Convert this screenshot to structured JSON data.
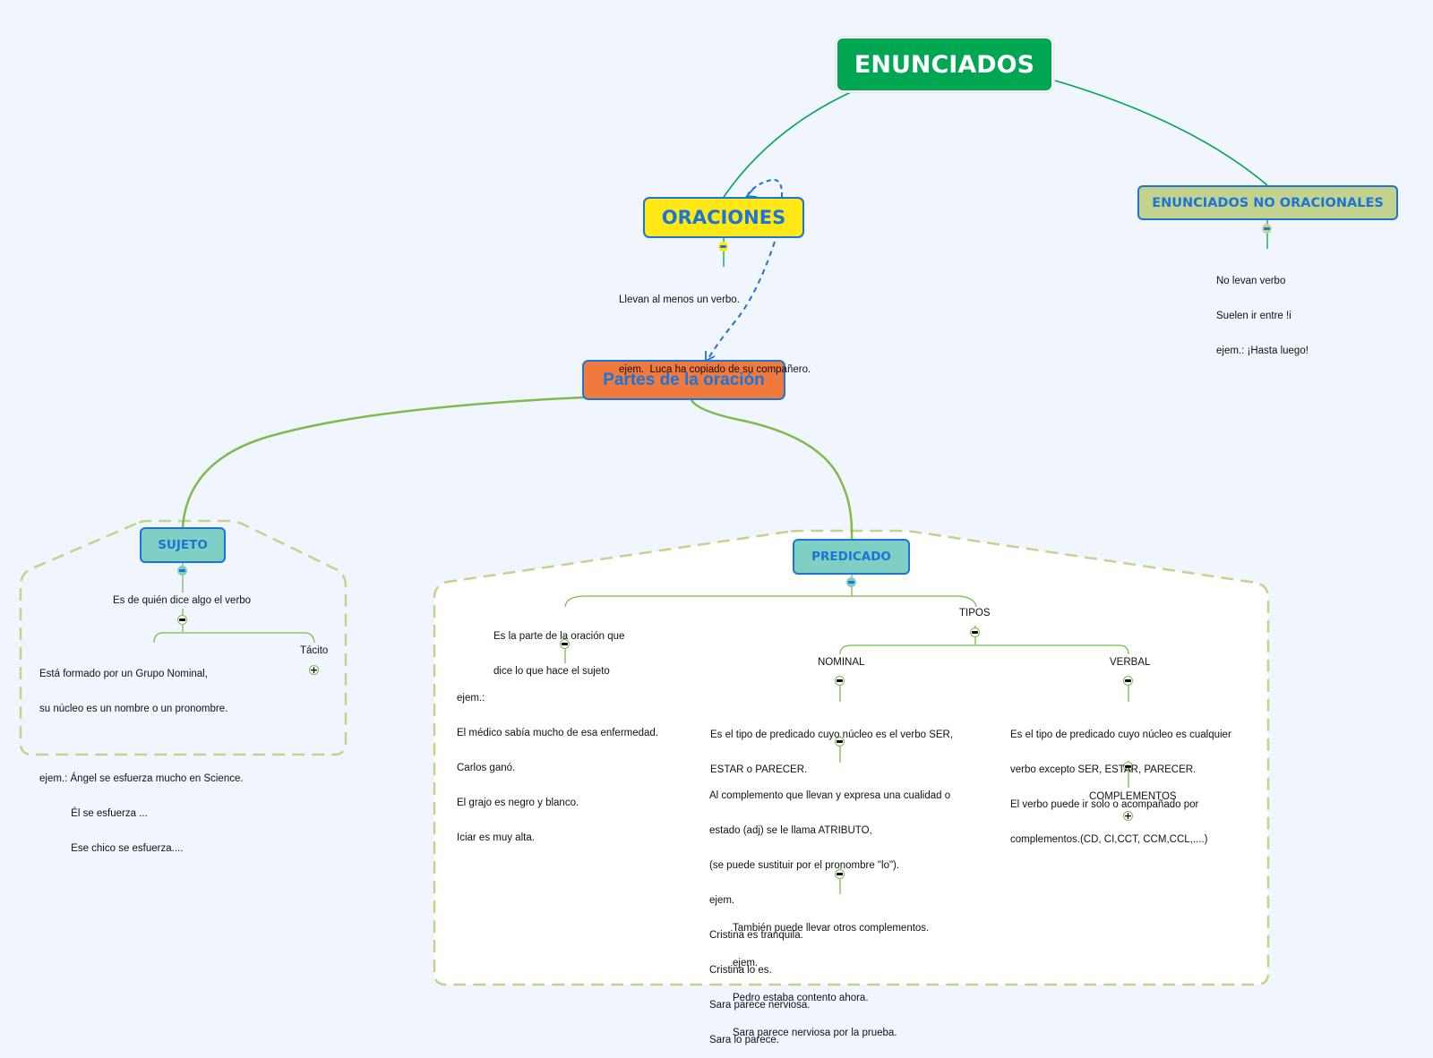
{
  "map": {
    "central": {
      "label": "ENUNCIADOS",
      "color": "#00a651"
    },
    "oraciones": {
      "label": "ORACIONES",
      "color": "#ffe815",
      "note_lines": [
        "Llevan al menos un verbo.",
        "",
        "ejem.  Luca ha copiado de su compañero."
      ]
    },
    "no_oracionales": {
      "label": "ENUNCIADOS NO ORACIONALES",
      "color": "#c3d38d",
      "note_lines": [
        "No levan verbo",
        "Suelen ir entre !i",
        "ejem.: ¡Hasta luego!"
      ]
    },
    "partes": {
      "label": "Partes de la oración",
      "color": "#f07a3e"
    },
    "sujeto": {
      "label": "SUJETO",
      "color": "#80cfc4",
      "definition": "Es de quién dice algo el verbo",
      "nominal_lines": [
        "Está formado por un Grupo Nominal,",
        "su núcleo es un nombre o un pronombre.",
        "",
        "ejem.: Ángel se esfuerza mucho en Science.",
        "           Él se esfuerza ...",
        "           Ese chico se esfuerza...."
      ],
      "tacito": "Tácito"
    },
    "predicado": {
      "label": "PREDICADO",
      "color": "#80cfc4",
      "definition_lines": [
        "Es la parte de la oración que",
        "dice lo que hace el sujeto"
      ],
      "example_lines": [
        "ejem.:",
        "El médico sabía mucho de esa enfermedad.",
        "Carlos ganó.",
        "El grajo es negro y blanco.",
        "Iciar es muy alta."
      ],
      "tipos": "TIPOS",
      "nominal": {
        "label": "NOMINAL",
        "def_lines": [
          "Es el tipo de predicado cuyo núcleo es el verbo SER,",
          "ESTAR o PARECER."
        ],
        "atributo_lines": [
          "Al complemento que llevan y expresa una cualidad o",
          "estado (adj) se le llama ATRIBUTO,",
          "(se puede sustituir por el pronombre \"lo\").",
          "ejem.",
          "Cristina es tranquila.",
          "Cristina lo es.",
          "Sara parece nerviosa.",
          "Sara lo parece."
        ],
        "otros_lines": [
          "También puede llevar otros complementos.",
          "ejem.",
          "Pedro estaba contento ahora.",
          "Sara parece nerviosa por la prueba."
        ]
      },
      "verbal": {
        "label": "VERBAL",
        "def_lines": [
          "Es el tipo de predicado cuyo núcleo es cualquier",
          "verbo excepto SER, ESTAR, PARECER.",
          "El verbo puede ir solo o acompañado por",
          "complementos.(CD, CI,CCT, CCM,CCL,....)"
        ],
        "complementos": "COMPLEMENTOS"
      }
    },
    "colors": {
      "branch_green": "#00a651",
      "sub_green": "#7cbb4c",
      "boundary": "#c3d38d",
      "relation": "#1b74d8"
    },
    "icons": {
      "collapse": "minus-circle-icon",
      "expand": "plus-circle-icon"
    }
  }
}
